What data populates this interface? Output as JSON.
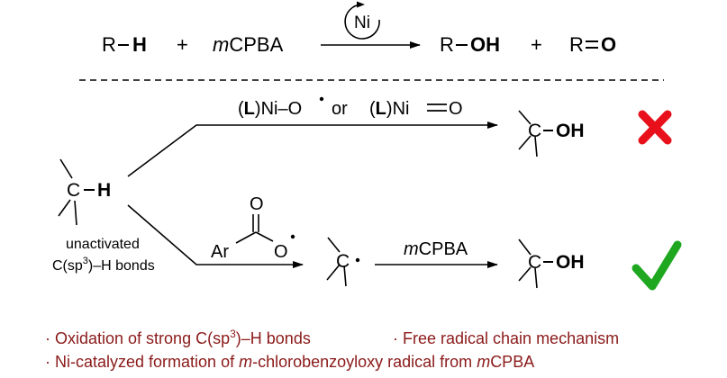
{
  "top_reaction": {
    "reactant_r": "R",
    "reactant_h": "H",
    "plus_1": "+",
    "oxidant_m": "m",
    "oxidant_rest": "CPBA",
    "catalyst": "Ni",
    "product1_r": "R",
    "product1_oh": "OH",
    "plus_2": "+",
    "product2_r": "R",
    "product2_o": "O"
  },
  "substrate": {
    "carbon": "C",
    "hydrogen": "H",
    "caption_line1": "unactivated",
    "caption_line2_a": "C(sp",
    "caption_line2_sup": "3",
    "caption_line2_b": ")–H bonds"
  },
  "upper_path": {
    "ligand_1": "L",
    "ni_oxyl": "Ni–O",
    "or_text": "or",
    "ligand_2": "L",
    "ni_oxo_ni": "Ni",
    "ni_oxo_o": "O",
    "product_c": "C",
    "product_oh": "OH",
    "status": "fail",
    "status_color": "#e8101a"
  },
  "lower_path": {
    "radical_o_top": "O",
    "radical_ar": "Ar",
    "radical_o": "O",
    "intermediate_c": "C",
    "reagent_m": "m",
    "reagent_rest": "CPBA",
    "product_c": "C",
    "product_oh": "OH",
    "status": "success",
    "status_color": "#1fa71f"
  },
  "highlights": {
    "color": "#8b1a1a",
    "line1_a": "· Oxidation of strong C(sp",
    "line1_sup": "3",
    "line1_b": ")–H bonds",
    "line1_c": "· Free radical chain mechanism",
    "line2_a": "· Ni-catalyzed formation of ",
    "line2_m1": "m",
    "line2_b": "-chlorobenzoyloxy radical from ",
    "line2_m2": "m",
    "line2_c": "CPBA"
  }
}
